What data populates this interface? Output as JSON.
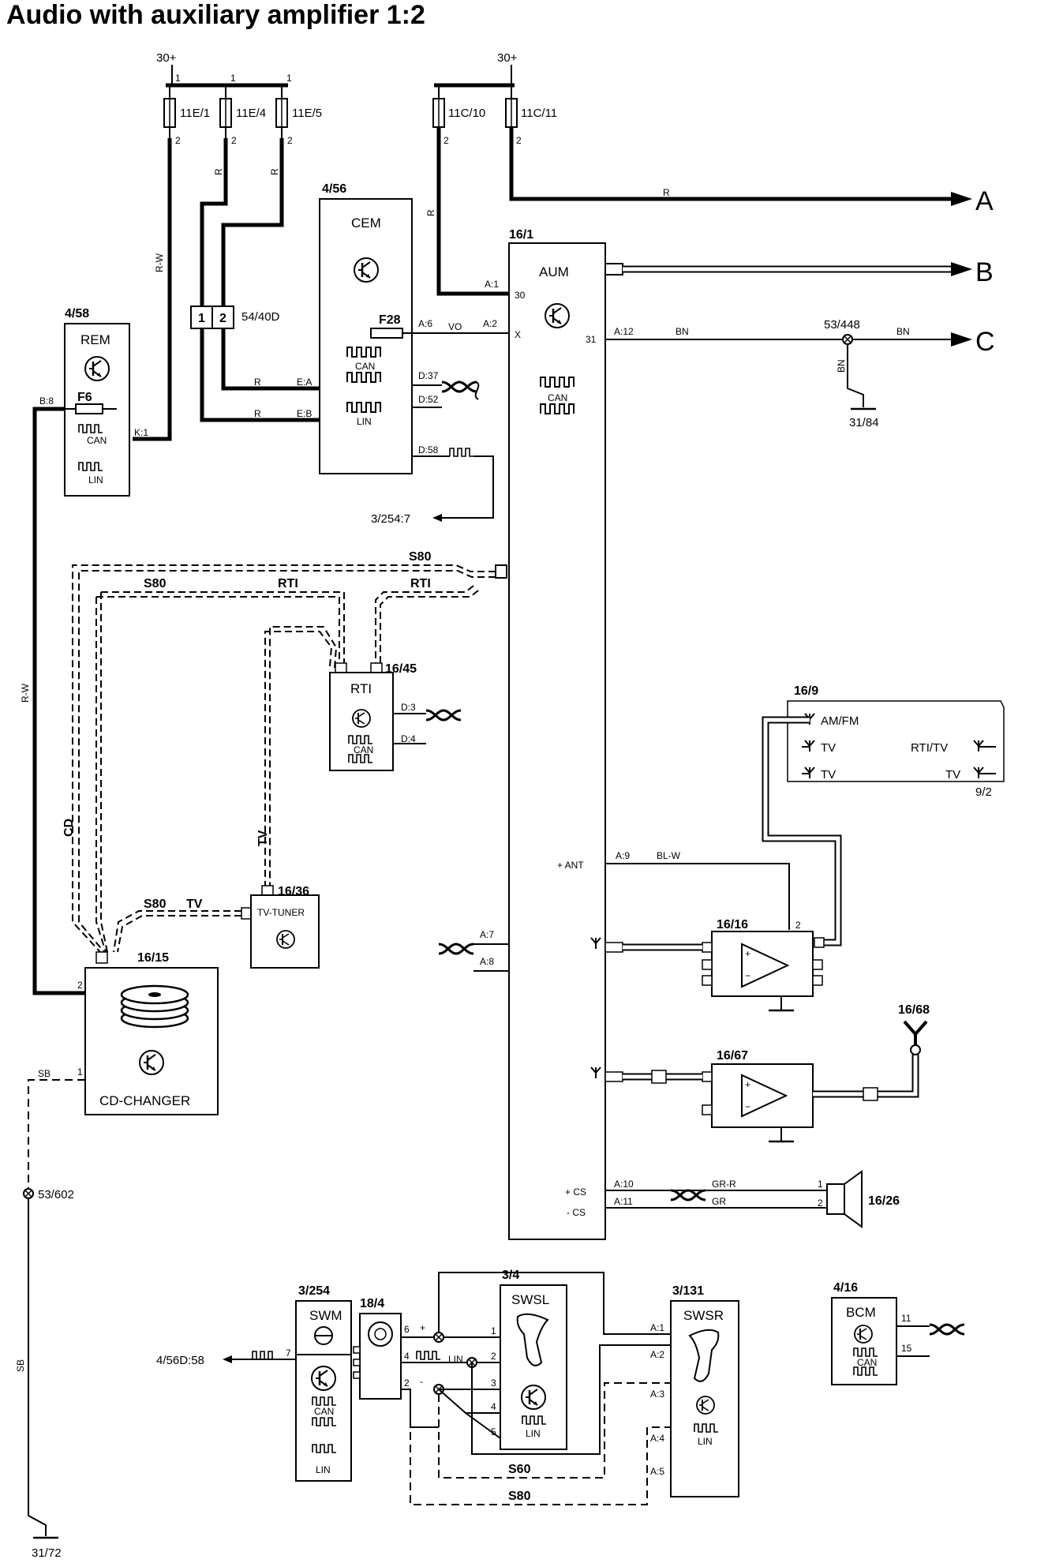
{
  "title": "Audio with auxiliary amplifier 1:2",
  "supplies": {
    "left": "30+",
    "right": "30+"
  },
  "fuses": {
    "f11e1": "11E/1",
    "f11e4": "11E/4",
    "f11e5": "11E/5",
    "f11c10": "11C/10",
    "f11c11": "11C/11",
    "pin1": "1",
    "pin2": "2"
  },
  "connector_54_40d": {
    "id": "54/40D",
    "p1": "1",
    "p2": "2"
  },
  "wire_colors": {
    "r": "R",
    "rw": "R-W",
    "vo": "VO",
    "bn": "BN",
    "blw": "BL-W",
    "grr": "GR-R",
    "gr": "GR",
    "sb": "SB"
  },
  "outputs": {
    "a": "A",
    "b": "B",
    "c": "C"
  },
  "cem": {
    "id": "4/56",
    "name": "CEM",
    "fuse": "F28",
    "a6": "A:6",
    "ea": "E:A",
    "eb": "E:B",
    "d37": "D:37",
    "d52": "D:52",
    "d58": "D:58",
    "can": "CAN",
    "lin": "LIN"
  },
  "rem": {
    "id": "4/58",
    "name": "REM",
    "fuse": "F6",
    "b8": "B:8",
    "k1": "K:1",
    "can": "CAN",
    "lin": "LIN"
  },
  "aum": {
    "id": "16/1",
    "name": "AUM",
    "a1": "A:1",
    "p30": "30",
    "a2": "A:2",
    "px": "X",
    "a12": "A:12",
    "p31": "31",
    "can": "CAN",
    "ant": "+ ANT",
    "a9": "A:9",
    "a7": "A:7",
    "a8": "A:8",
    "a10": "A:10",
    "a11": "A:11",
    "pcs": "+ CS",
    "mcs": "- CS"
  },
  "splice_53_448": "53/448",
  "ground_31_84": "31/84",
  "ref_3_254_7": "3/254:7",
  "bus": {
    "s80": "S80",
    "rti": "RTI",
    "cd": "CD",
    "tv": "TV",
    "s60": "S60"
  },
  "rti": {
    "id": "16/45",
    "name": "RTI",
    "d3": "D:3",
    "d4": "D:4",
    "can": "CAN"
  },
  "tvtuner": {
    "id": "16/36",
    "name": "TV-TUNER"
  },
  "cdchanger": {
    "id": "16/15",
    "name": "CD-CHANGER",
    "p2": "2",
    "p1": "1"
  },
  "splice_53_602": "53/602",
  "ground_31_72": "31/72",
  "antenna": {
    "id": "16/9",
    "amfm": "AM/FM",
    "tv1": "TV",
    "tv2": "TV",
    "rtitv": "RTI/TV",
    "tv3": "TV",
    "ref": "9/2"
  },
  "amp1": {
    "id": "16/16",
    "p2": "2"
  },
  "amp2": {
    "id": "16/67"
  },
  "ant_16_68": "16/68",
  "speaker": {
    "id": "16/26",
    "p1": "1",
    "p2": "2"
  },
  "swm": {
    "id": "3/254",
    "name": "SWM",
    "p7": "7",
    "ref": "4/56D:58",
    "can": "CAN",
    "lin1": "LIN",
    "lin2": "LIN"
  },
  "clockspring": {
    "id": "18/4",
    "p6": "6",
    "p4": "4",
    "p2": "2",
    "plus": "+",
    "minus": "-",
    "lin": "LIN"
  },
  "swsl": {
    "id": "3/4",
    "name": "SWSL",
    "p1": "1",
    "p2": "2",
    "p3": "3",
    "p4": "4",
    "p5": "5",
    "lin": "LIN"
  },
  "swsr": {
    "id": "3/131",
    "name": "SWSR",
    "a1": "A:1",
    "a2": "A:2",
    "a3": "A:3",
    "a4": "A:4",
    "a5": "A:5",
    "lin": "LIN"
  },
  "bcm": {
    "id": "4/16",
    "name": "BCM",
    "p11": "11",
    "p15": "15",
    "can": "CAN"
  }
}
